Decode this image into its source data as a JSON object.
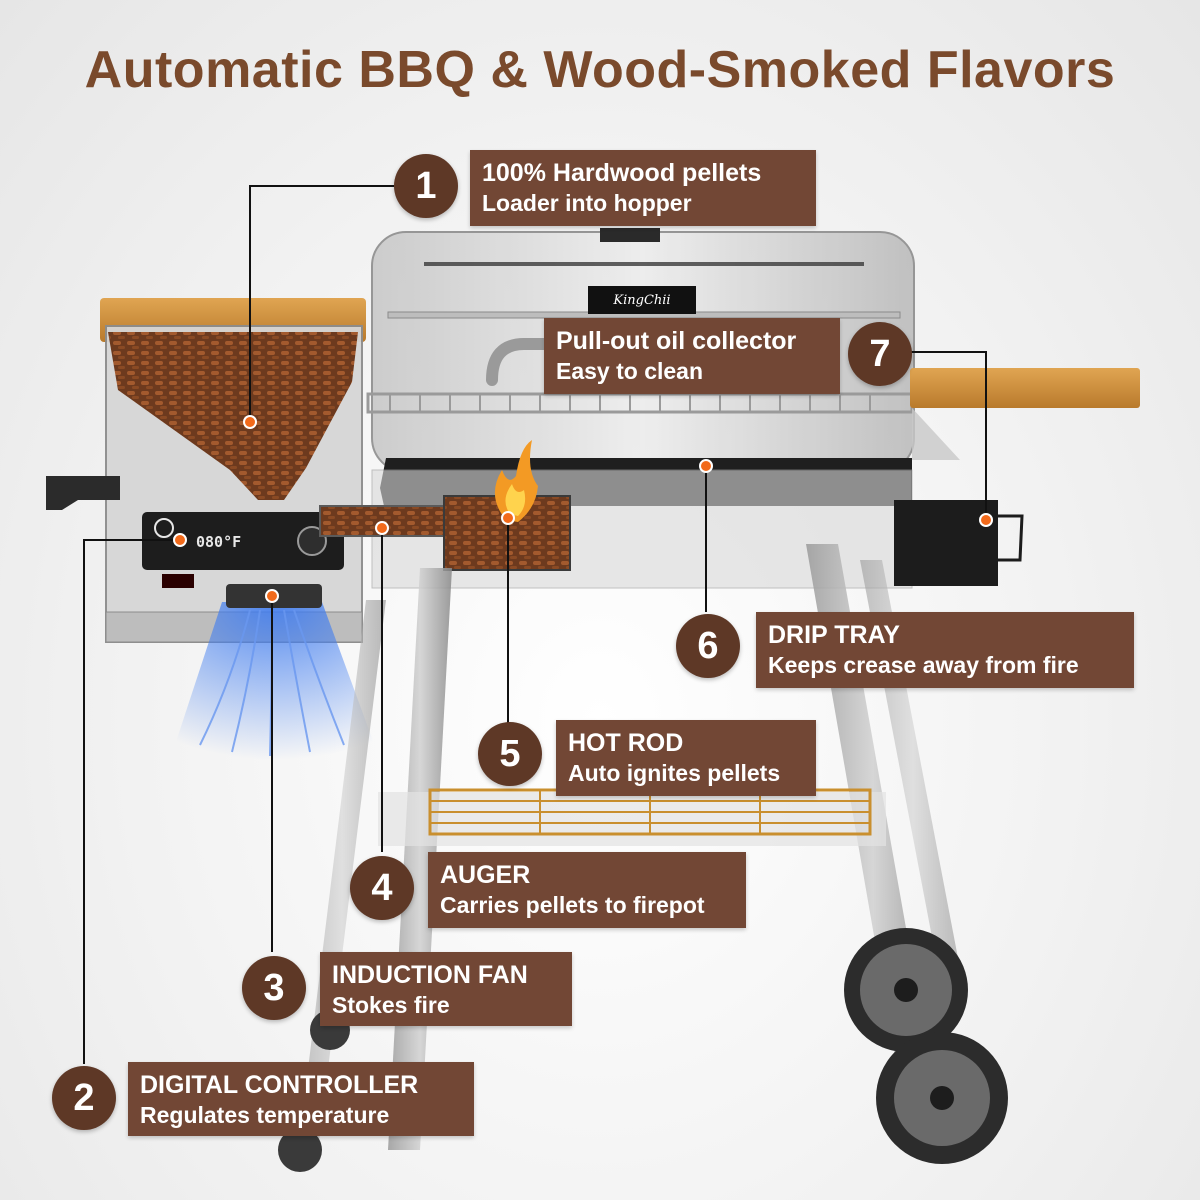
{
  "title": "Automatic BBQ & Wood-Smoked Flavors",
  "brand": "KingChii",
  "controller_display": "080°F",
  "colors": {
    "label_bg": "#724735",
    "badge_bg": "#5e3826",
    "title": "#7a4a2c",
    "wood": "#c98c3a",
    "fan": "#4a7fe0"
  },
  "callouts": [
    {
      "number": "1",
      "heading": "100% Hardwood  pellets",
      "sub": "Loader into hopper"
    },
    {
      "number": "2",
      "heading": "DIGITAL CONTROLLER",
      "sub": "Regulates temperature"
    },
    {
      "number": "3",
      "heading": "INDUCTION FAN",
      "sub": "Stokes fire"
    },
    {
      "number": "4",
      "heading": "AUGER",
      "sub": "Carries pellets to firepot"
    },
    {
      "number": "5",
      "heading": "HOT ROD",
      "sub": "Auto ignites pellets"
    },
    {
      "number": "6",
      "heading": "DRIP TRAY",
      "sub": "Keeps crease away from fire"
    },
    {
      "number": "7",
      "heading": "Pull-out oil collector",
      "sub": "Easy to clean"
    }
  ]
}
